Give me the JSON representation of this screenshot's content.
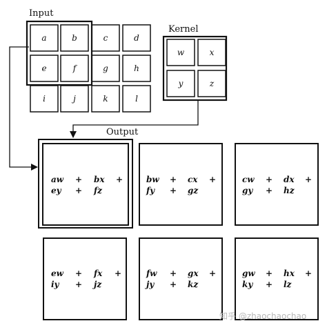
{
  "labels": {
    "input": "Input",
    "kernel": "Kernel",
    "output": "Output"
  },
  "input_grid": [
    [
      "a",
      "b",
      "c",
      "d"
    ],
    [
      "e",
      "f",
      "g",
      "h"
    ],
    [
      "i",
      "j",
      "k",
      "l"
    ]
  ],
  "kernel_grid": [
    [
      "w",
      "x"
    ],
    [
      "y",
      "z"
    ]
  ],
  "outputs": [
    {
      "line1": [
        "aw",
        "+",
        "bx",
        "+"
      ],
      "line2": [
        "ey",
        "+",
        "fz"
      ]
    },
    {
      "line1": [
        "bw",
        "+",
        "cx",
        "+"
      ],
      "line2": [
        "fy",
        "+",
        "gz"
      ]
    },
    {
      "line1": [
        "cw",
        "+",
        "dx",
        "+"
      ],
      "line2": [
        "gy",
        "+",
        "hz"
      ]
    },
    {
      "line1": [
        "ew",
        "+",
        "fx",
        "+"
      ],
      "line2": [
        "iy",
        "+",
        "jz"
      ]
    },
    {
      "line1": [
        "fw",
        "+",
        "gx",
        "+"
      ],
      "line2": [
        "jy",
        "+",
        "kz"
      ]
    },
    {
      "line1": [
        "gw",
        "+",
        "hx",
        "+"
      ],
      "line2": [
        "ky",
        "+",
        "lz"
      ]
    }
  ],
  "watermark": "知乎 @zhaochaochao"
}
